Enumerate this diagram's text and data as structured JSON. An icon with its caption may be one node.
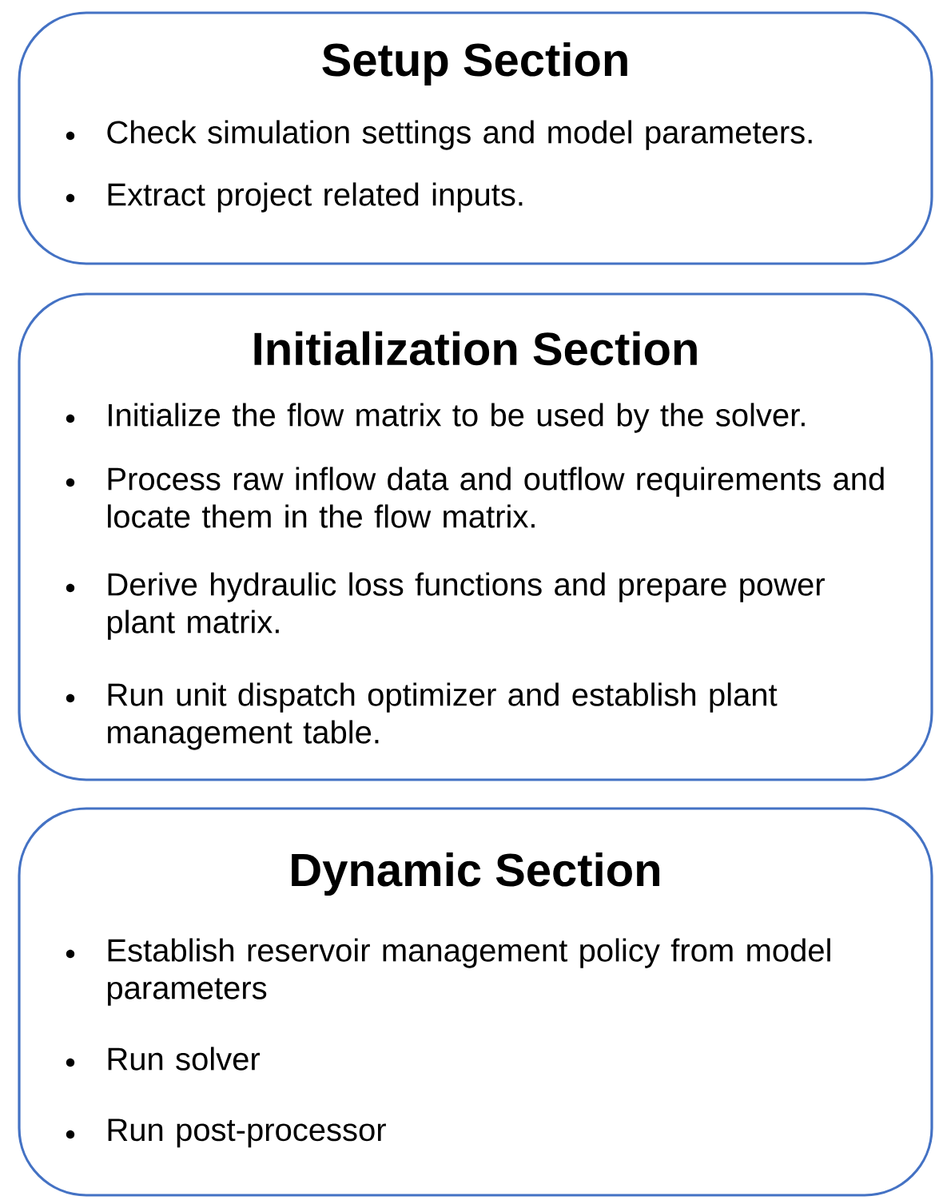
{
  "diagram": {
    "nodes": [
      {
        "text": [
          "Setup Section",
          "Check simulation settings and model parameters.",
          "Extract project related inputs."
        ]
      },
      {
        "text": [
          "Initialization Section",
          "Initialize the flow matrix to be used by the solver.",
          "Process raw inflow data and outflow requirements and locate them in the flow matrix.",
          "Derive hydraulic loss functions and prepare power plant matrix.",
          "Run unit dispatch optimizer and establish plant management table."
        ]
      },
      {
        "text": [
          "Dynamic Section",
          "Establish reservoir management policy from model parameters",
          "Run solver",
          "Run post-processor"
        ]
      }
    ]
  }
}
